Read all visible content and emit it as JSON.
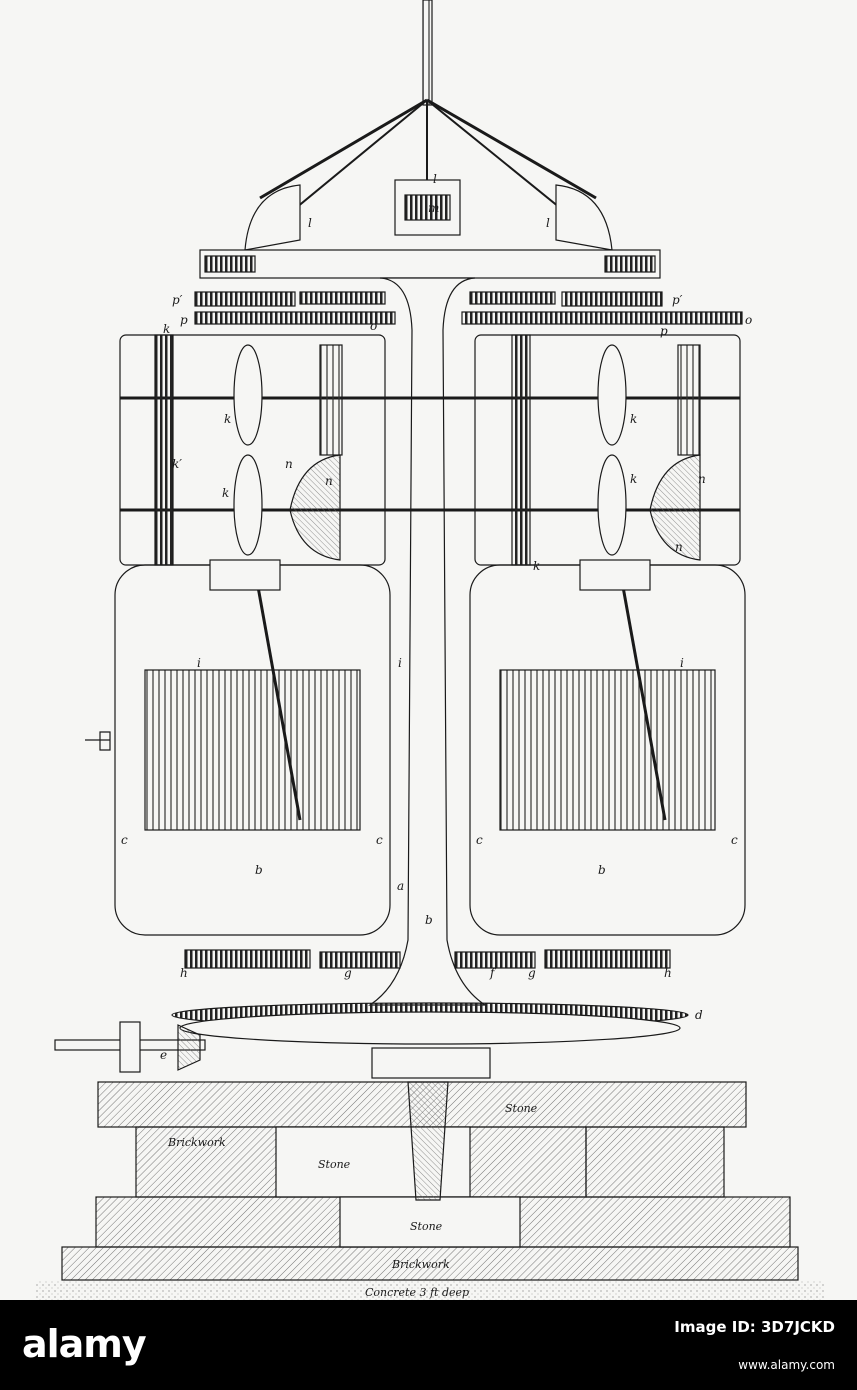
{
  "diagram": {
    "part_labels": {
      "l": "l",
      "m": "m",
      "p_prime": "p′",
      "p": "p",
      "o": "o",
      "k": "k",
      "k_prime": "k′",
      "n": "n",
      "i": "i",
      "c": "c",
      "b": "b",
      "a": "a",
      "h": "h",
      "g": "g",
      "f": "f",
      "d": "d",
      "e": "e"
    },
    "materials": {
      "stone": "Stone",
      "brickwork": "Brickwork",
      "concrete": "Concrete  3 ft deep"
    }
  },
  "watermark": {
    "logo": "alamy",
    "image_id": "Image ID: 3D7JCKD",
    "url": "www.alamy.com"
  },
  "colors": {
    "ink": "#1a1a1a",
    "paper": "#f6f6f4",
    "watermark_bar": "#000000"
  }
}
